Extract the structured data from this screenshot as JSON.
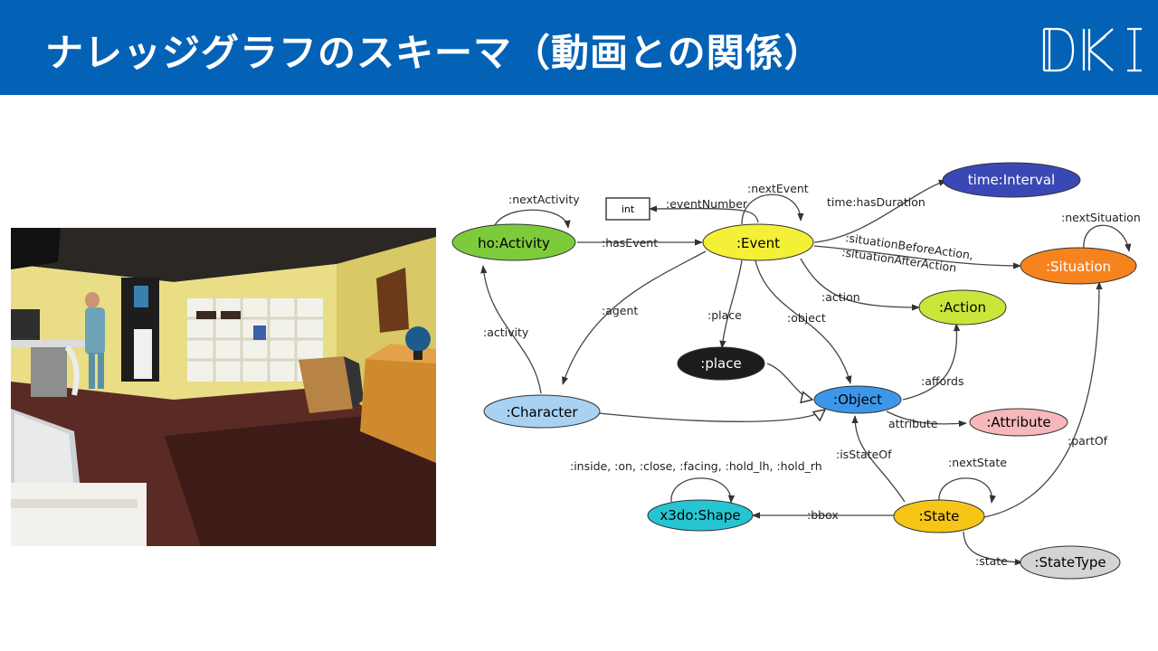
{
  "header": {
    "title": "ナレッジグラフのスキーマ（動画との関係）",
    "logo_text": "DKI",
    "background": "#0462b6"
  },
  "scene": {
    "description_label": "3D apartment room rendering"
  },
  "nodes": {
    "time_interval": {
      "label": "time:Interval",
      "fill": "#3a48b6",
      "text": "#ffffff"
    },
    "int_literal": {
      "label": "int",
      "fill": "#ffffff",
      "text": "#000000"
    },
    "event": {
      "label": ":Event",
      "fill": "#f4ef37",
      "text": "#000000"
    },
    "activity": {
      "label": "ho:Activity",
      "fill": "#7dcb3b",
      "text": "#000000"
    },
    "situation": {
      "label": ":Situation",
      "fill": "#f7831f",
      "text": "#ffffff"
    },
    "action": {
      "label": ":Action",
      "fill": "#c9e63b",
      "text": "#000000"
    },
    "place": {
      "label": ":place",
      "fill": "#1c1c1c",
      "text": "#ffffff"
    },
    "object": {
      "label": ":Object",
      "fill": "#3d97e8",
      "text": "#000000"
    },
    "character": {
      "label": ":Character",
      "fill": "#a9d1f2",
      "text": "#000000"
    },
    "attribute": {
      "label": ":Attribute",
      "fill": "#f7b8bb",
      "text": "#000000"
    },
    "shape": {
      "label": "x3do:Shape",
      "fill": "#25c6d2",
      "text": "#000000"
    },
    "state": {
      "label": ":State",
      "fill": "#f5c518",
      "text": "#000000"
    },
    "statetype": {
      "label": ":StateType",
      "fill": "#d4d4d4",
      "text": "#000000"
    }
  },
  "edges": {
    "nextActivity": ":nextActivity",
    "eventNumber": ":eventNumber",
    "nextEvent": ":nextEvent",
    "hasDuration": "time:hasDuration",
    "nextSituation": ":nextSituation",
    "hasEvent": ":hasEvent",
    "situationBefore": ":situationBeforeAction,",
    "situationAfter": ":situationAfterAction",
    "action": ":action",
    "agent": ":agent",
    "place": ":place",
    "object": ":object",
    "activity": ":activity",
    "affords": ":affords",
    "attribute": "attribute",
    "isStateOf": ":isStateOf",
    "partOf": ":partOf",
    "spatial": ":inside, :on, :close, :facing, :hold_lh, :hold_rh",
    "nextState": ":nextState",
    "bbox": ":bbox",
    "state": ":state"
  }
}
